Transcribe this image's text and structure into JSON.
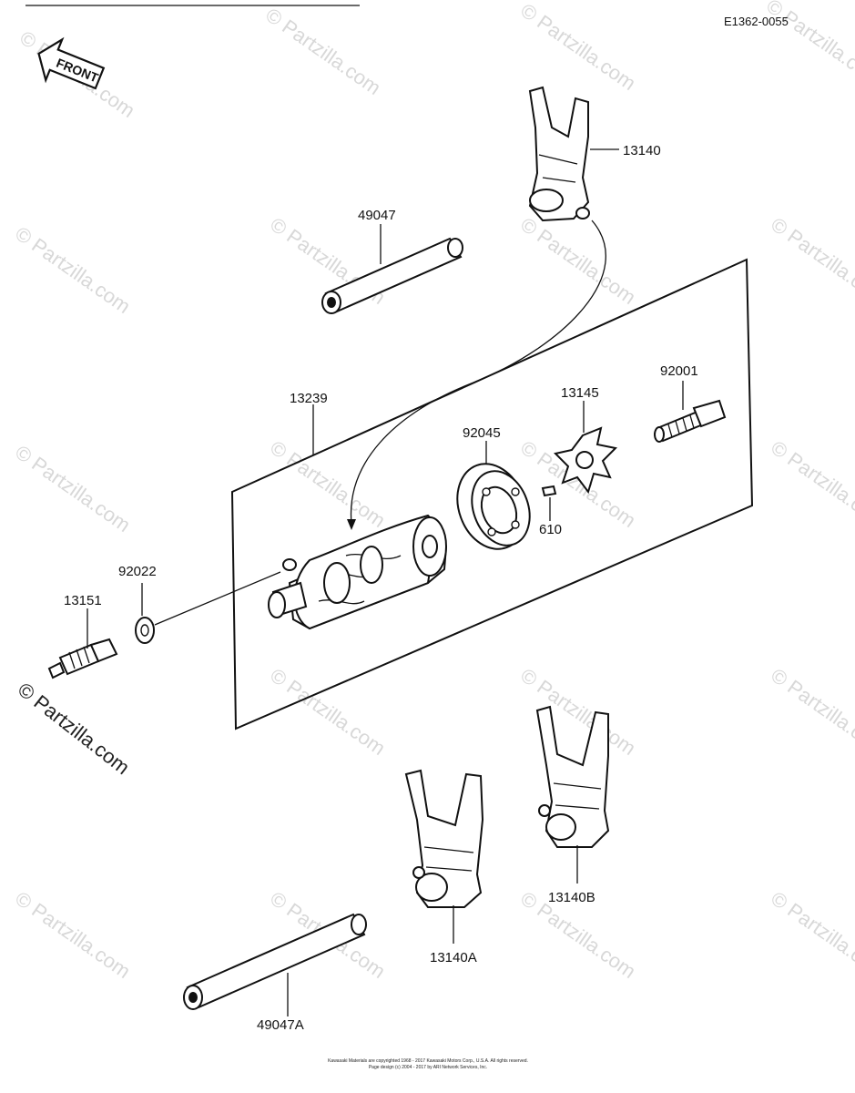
{
  "diagram": {
    "code": "E1362-0055",
    "front_label": "FRONT",
    "watermark": "© Partzilla.com",
    "footer_line1": "Kawasaki Materials are copyrighted 1968 - 2017 Kawasaki Motors Corp., U.S.A. All rights reserved.",
    "footer_line2": "Page design (c) 2004 - 2017 by ARI Network Services, Inc.",
    "parts": {
      "p13140": "13140",
      "p49047": "49047",
      "p92001": "92001",
      "p13239": "13239",
      "p13145": "13145",
      "p92045": "92045",
      "p610": "610",
      "p92022": "92022",
      "p13151": "13151",
      "p13140B": "13140B",
      "p13140A": "13140A",
      "p49047A": "49047A"
    }
  }
}
